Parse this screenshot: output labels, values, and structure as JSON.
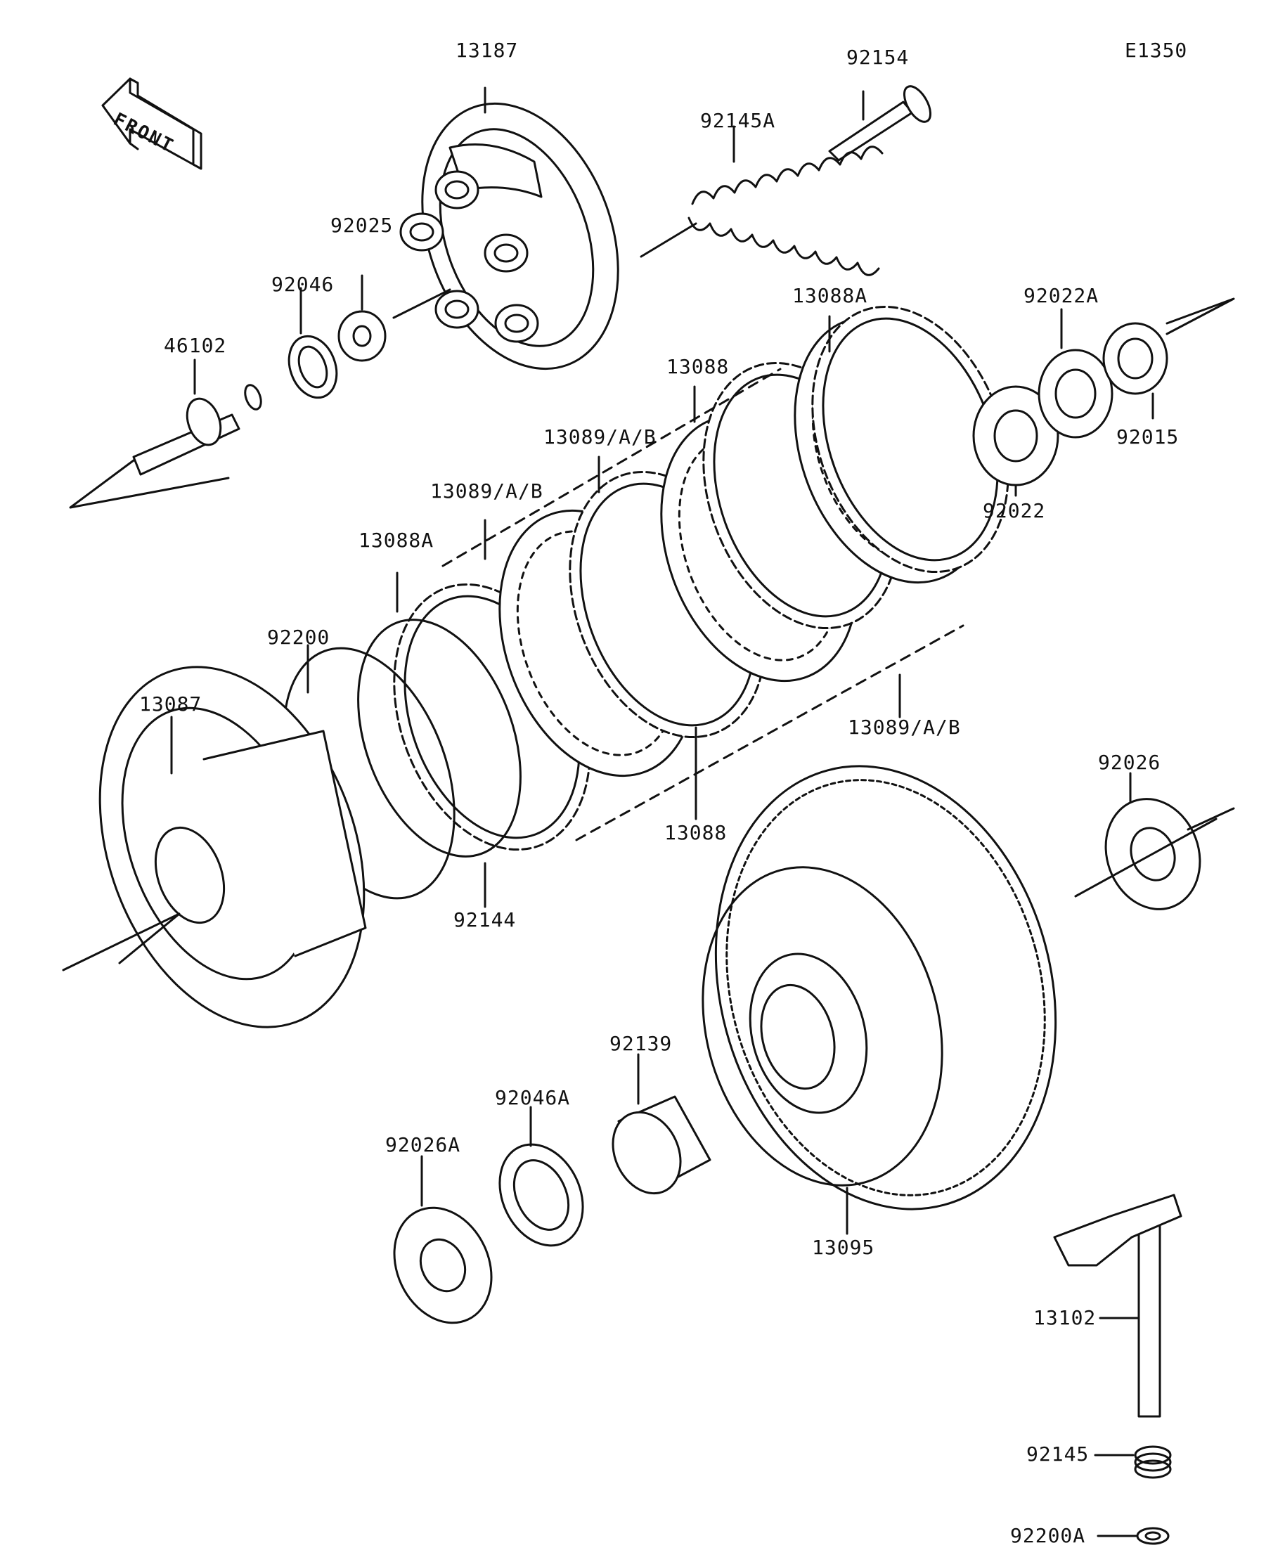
{
  "diagram": {
    "code": "E1350",
    "front_label": "FRONT",
    "parts": [
      {
        "id": "p13187",
        "label": "13187"
      },
      {
        "id": "p92154",
        "label": "92154"
      },
      {
        "id": "p92145A",
        "label": "92145A"
      },
      {
        "id": "p92025",
        "label": "92025"
      },
      {
        "id": "p92046",
        "label": "92046"
      },
      {
        "id": "p46102",
        "label": "46102"
      },
      {
        "id": "p13088A_top",
        "label": "13088A"
      },
      {
        "id": "p92022A",
        "label": "92022A"
      },
      {
        "id": "p92015",
        "label": "92015"
      },
      {
        "id": "p92022",
        "label": "92022"
      },
      {
        "id": "p13088_top",
        "label": "13088"
      },
      {
        "id": "p13089_1",
        "label": "13089/A/B"
      },
      {
        "id": "p13089_2",
        "label": "13089/A/B"
      },
      {
        "id": "p13088A_mid",
        "label": "13088A"
      },
      {
        "id": "p92200",
        "label": "92200"
      },
      {
        "id": "p13087",
        "label": "13087"
      },
      {
        "id": "p13089_3",
        "label": "13089/A/B"
      },
      {
        "id": "p92026",
        "label": "92026"
      },
      {
        "id": "p13088_bot",
        "label": "13088"
      },
      {
        "id": "p92144",
        "label": "92144"
      },
      {
        "id": "p92139",
        "label": "92139"
      },
      {
        "id": "p92046A",
        "label": "92046A"
      },
      {
        "id": "p92026A",
        "label": "92026A"
      },
      {
        "id": "p13095",
        "label": "13095"
      },
      {
        "id": "p13102",
        "label": "13102"
      },
      {
        "id": "p92145",
        "label": "92145"
      },
      {
        "id": "p92200A",
        "label": "92200A"
      }
    ]
  }
}
